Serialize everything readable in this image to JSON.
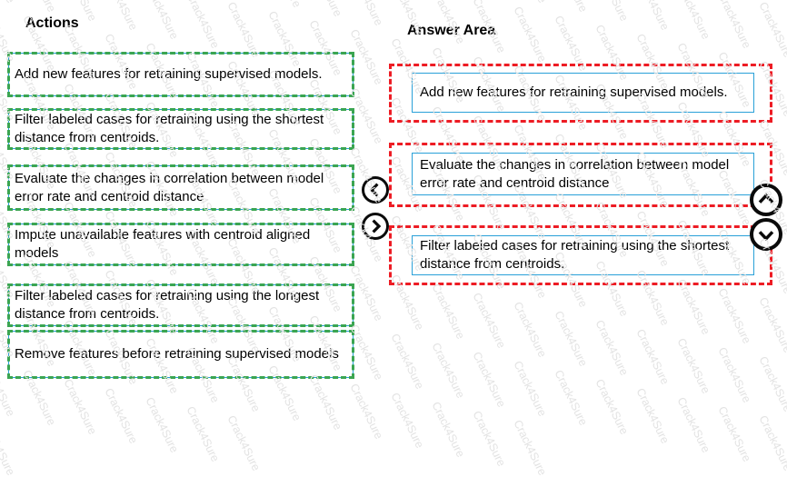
{
  "headings": {
    "actions": "Actions",
    "answer_area": "Answer Area"
  },
  "actions": [
    {
      "label": "Add new features for retraining supervised models."
    },
    {
      "label": "Filter labeled cases for retraining using the shortest distance from centroids."
    },
    {
      "label": "Evaluate the changes in correlation between model error rate and centroid distance"
    },
    {
      "label": "Impute unavailable features with centroid aligned models"
    },
    {
      "label": "Filter labeled cases for retraining using the longest distance from centroids."
    },
    {
      "label": "Remove features before retraining supervised models"
    }
  ],
  "answer_slots": [
    {
      "label": "Add new features for retraining supervised models."
    },
    {
      "label": "Evaluate the changes in correlation between model error rate and centroid distance"
    },
    {
      "label": "Filter labeled cases for retraining using the shortest distance from centroids."
    }
  ],
  "controls": {
    "move_left_icon": "chevron-left",
    "move_right_icon": "chevron-right",
    "move_up_icon": "chevron-up",
    "move_down_icon": "chevron-down"
  },
  "watermark": {
    "text": "Crack4Sure"
  },
  "colors": {
    "action_dashed_border": "#3BA551",
    "item_solid_border": "#29A0D8",
    "answer_slot_border": "#ED1C24",
    "arrow_black": "#0a0a0a",
    "text": "#000000",
    "watermark": "#e3e3e3"
  }
}
